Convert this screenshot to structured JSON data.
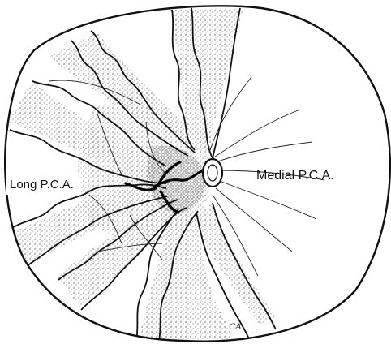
{
  "labels": {
    "long_pca": "Long P.C.A.",
    "medial_pca": "Medial P.C.A."
  },
  "signature": "CA",
  "colors": {
    "ink": "#111111",
    "paper": "#ffffff",
    "stipple": "#1a1a1a"
  }
}
